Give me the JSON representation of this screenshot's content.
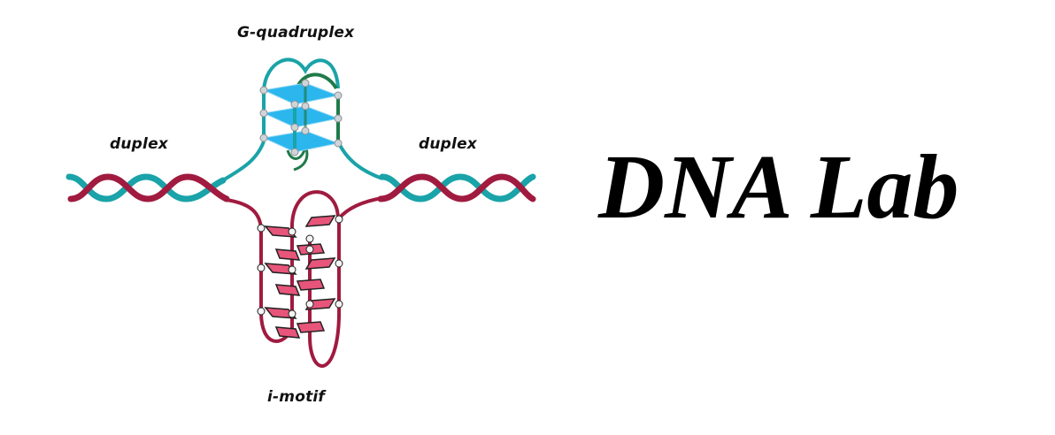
{
  "labels": {
    "g_quadruplex": "G-quadruplex",
    "duplex_left": "duplex",
    "duplex_right": "duplex",
    "i_motif": "i-motif"
  },
  "title": "DNA Lab",
  "colors": {
    "teal_strand": "#1aa3a8",
    "green_strand": "#1f7a4a",
    "crimson_strand": "#a01b3f",
    "tetrad_fill": "#2bb6ee",
    "cytosine_fill": "#e8557a",
    "node_fill": "#cfd4d8"
  }
}
